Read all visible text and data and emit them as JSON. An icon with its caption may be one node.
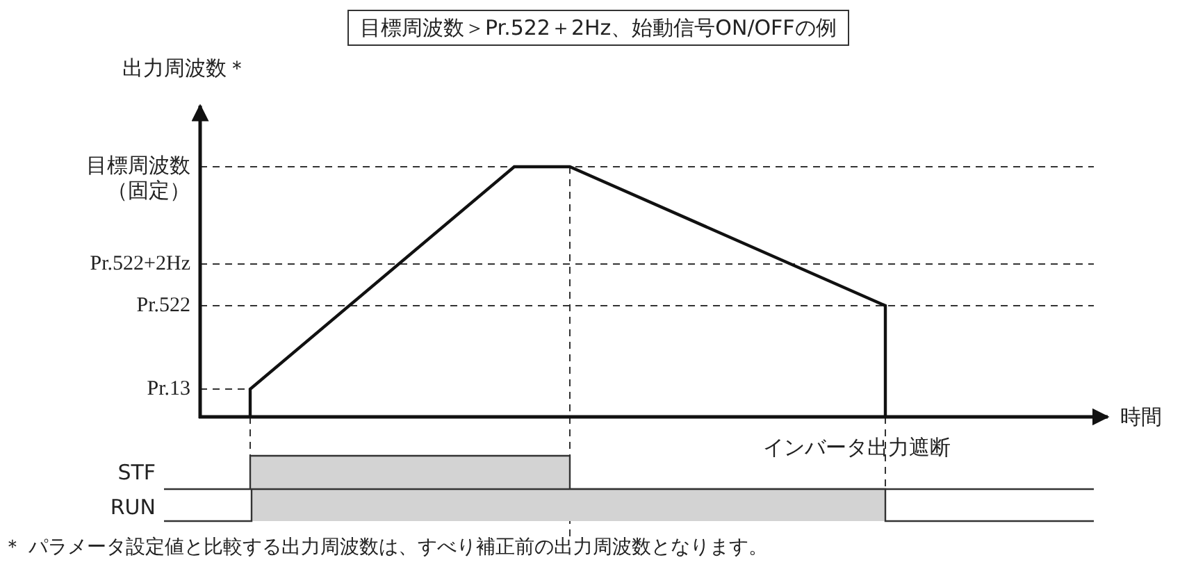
{
  "diagram": {
    "title": "目標周波数＞Pr.522＋2Hz、始動信号ON/OFFの例",
    "caption": "＊ パラメータ設定値と比較する出力周波数は、すべり補正前の出力周波数となります。",
    "labels": [
      "出力周波数＊",
      "目標周波数（固定）",
      "Pr.522+2Hz",
      "Pr.522",
      "Pr.13",
      "時間",
      "インバータ出力遮断",
      "STF",
      "RUN"
    ]
  }
}
